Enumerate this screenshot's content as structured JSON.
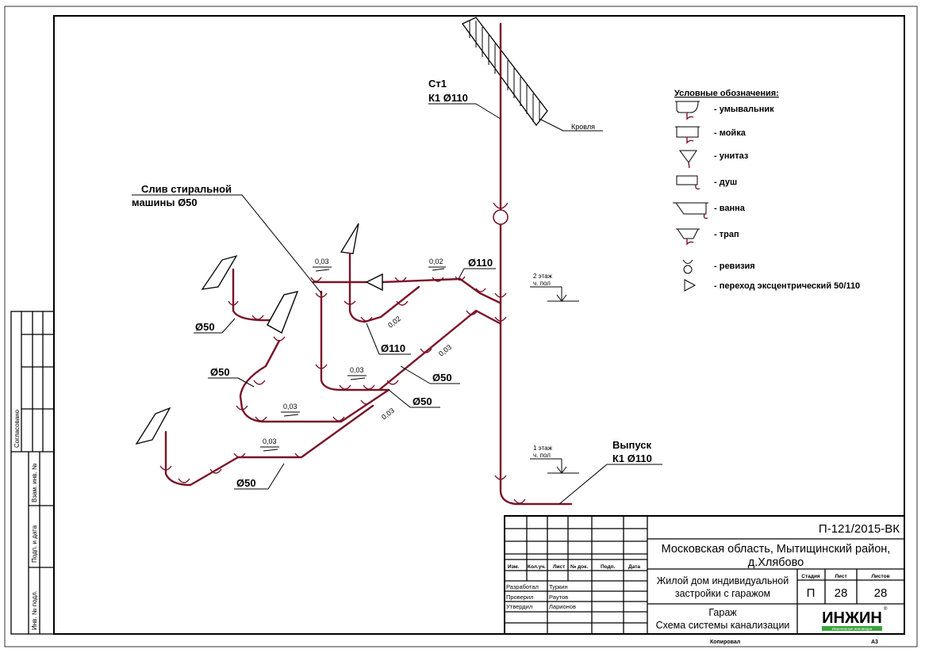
{
  "drawing": {
    "riser": {
      "name": "Ст1",
      "spec": "К1 Ø110"
    },
    "roof_label": "Кровля",
    "washer_label": {
      "line1": "Слив стиральной",
      "line2": "машины  Ø50"
    },
    "outlet": {
      "name": "Выпуск",
      "spec": "К1 Ø110"
    },
    "floor2": {
      "line1": "2 этаж",
      "line2": "ч. пол"
    },
    "floor1": {
      "line1": "1 этаж",
      "line2": "ч. пол"
    },
    "labels": {
      "d110_top": "Ø110",
      "slope_002_top": "0,02",
      "slope_003_top": "0,03",
      "d50_left": "Ø50",
      "slope_002_mid": "0,02",
      "d110_mid": "Ø110",
      "slope_003_diag": "0,03",
      "d50_mid_left": "Ø50",
      "slope_003_mid": "0,03",
      "d50_right1": "Ø50",
      "d50_right2": "Ø50",
      "slope_003_low": "0,03",
      "slope_003_diag2": "0,03",
      "slope_003_bottom": "0,03",
      "d50_bottom": "Ø50"
    },
    "pipe_color": "#7a1428"
  },
  "legend": {
    "title": "Условные обозначения:",
    "items": [
      {
        "icon": "washbasin-icon",
        "label": "- умывальник"
      },
      {
        "icon": "sink-icon",
        "label": "- мойка"
      },
      {
        "icon": "toilet-icon",
        "label": "- унитаз"
      },
      {
        "icon": "shower-icon",
        "label": "- душ"
      },
      {
        "icon": "bathtub-icon",
        "label": "- ванна"
      },
      {
        "icon": "floor-drain-icon",
        "label": "- трап"
      },
      {
        "icon": "revision-icon",
        "label": "- ревизия"
      },
      {
        "icon": "eccentric-reducer-icon",
        "label": "- переход эксцентрический  50/110"
      }
    ]
  },
  "side_strip": {
    "agreed": "Согласовано",
    "inv_replace": "Взам. инв. №",
    "sign_date": "Подп. и дата",
    "inv_orig": "Инв. № подл."
  },
  "title_block": {
    "code": "П-121/2015-ВК",
    "location_line1": "Московская область, Мытищинский район,",
    "location_line2": "д.Хлябово",
    "object_line1": "Жилой дом индивидуальной",
    "object_line2": "застройки с гаражом",
    "sheet_title_line1": "Гараж",
    "sheet_title_line2": "Схема системы канализации",
    "headers": [
      "Изм.",
      "Кол.уч.",
      "Лист",
      "№ док.",
      "Подп.",
      "Дата"
    ],
    "stage_header": "Стадия",
    "sheet_header": "Лист",
    "sheets_header": "Листов",
    "stage": "П",
    "sheet": "28",
    "sheets": "28",
    "roles": [
      {
        "role": "Разработал",
        "name": "Туркин"
      },
      {
        "role": "Проверил",
        "name": "Раутов"
      },
      {
        "role": "Утвердил",
        "name": "Ларионов"
      }
    ],
    "logo_text": "ИНЖИН",
    "logo_sub": "Инженерные инновации",
    "copied": "Копировал",
    "format": "А3"
  }
}
